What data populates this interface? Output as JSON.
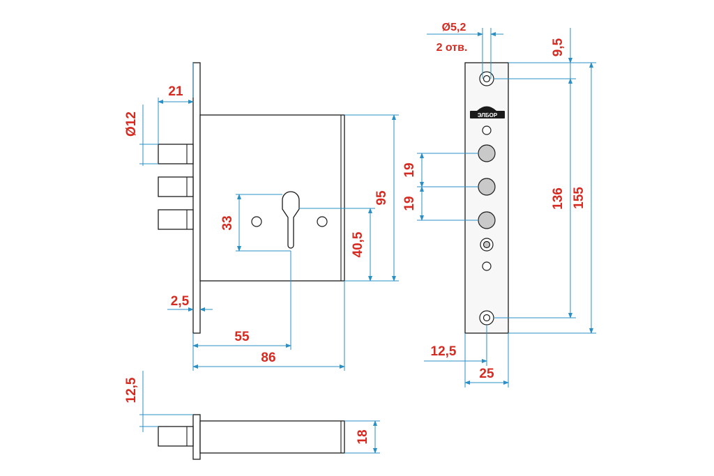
{
  "dims": {
    "bolt_offset": "21",
    "bolt_diameter": "Ø12",
    "cylinder_height": "33",
    "case_height": "95",
    "cylinder_center_height": "40,5",
    "faceplate_thickness": "2,5",
    "backset": "55",
    "case_depth": "86",
    "screw_hole": "Ø5,2",
    "screw_hole_count": "2 отв.",
    "top_hole_offset": "9,5",
    "bolt_pitch_1": "19",
    "bolt_pitch_2": "19",
    "hole_spacing": "136",
    "faceplate_height": "155",
    "faceplate_center": "12,5",
    "faceplate_width": "25",
    "side_bolt_offset": "12,5",
    "side_case_thickness": "18"
  },
  "logo": {
    "text": "ЭЛБОР"
  },
  "colors": {
    "outline": "#1a1a1a",
    "dimension_line": "#2a8fc4",
    "dimension_text": "#d62a20",
    "bolt_fill": "#c9c9c9"
  }
}
